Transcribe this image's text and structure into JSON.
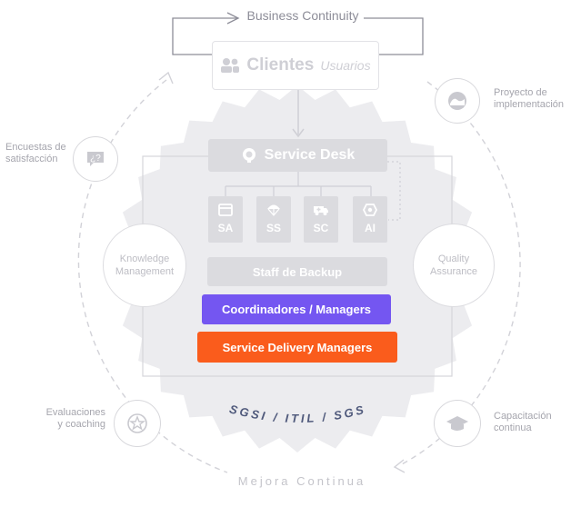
{
  "business_continuity": "Business Continuity",
  "clientes": {
    "main": "Clientes",
    "sub": "Usuarios"
  },
  "service_desk": "Service Desk",
  "tiles": [
    {
      "label": "SA",
      "icon": "window-icon"
    },
    {
      "label": "SS",
      "icon": "parachute-icon"
    },
    {
      "label": "SC",
      "icon": "ambulance-icon"
    },
    {
      "label": "AI",
      "icon": "hexagon-icon"
    }
  ],
  "staff_backup": "Staff de Backup",
  "coordinadores": "Coordinadores / Managers",
  "service_delivery": "Service Delivery Managers",
  "knowledge": [
    "Knowledge",
    "Management"
  ],
  "quality": [
    "Quality",
    "Assurance"
  ],
  "sgsi": "SGSI / ITIL / SGS",
  "mejora": "Mejora Continua",
  "encuestas": [
    "Encuestas de",
    "satisfacción"
  ],
  "proyecto": [
    "Proyecto de",
    "implementación"
  ],
  "evaluaciones": [
    "Evaluaciones",
    "y coaching"
  ],
  "capacitacion": [
    "Capacitación",
    "continua"
  ],
  "colors": {
    "purple": "#7456f1",
    "orange": "#fa5c1c",
    "sgsi_text": "#505a7c",
    "gear": "#ececef",
    "box_gray": "#dbdbdf"
  }
}
